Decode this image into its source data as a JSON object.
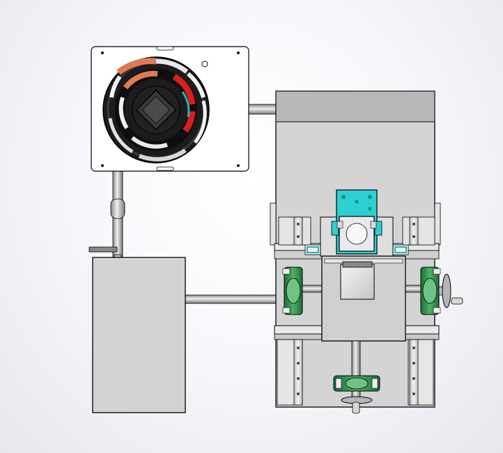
{
  "viewport": {
    "background": "#f4f5f9",
    "render_style": "shaded-with-edges"
  },
  "assembly": {
    "components": [
      {
        "name": "fan-unit",
        "icon": "fan-icon"
      },
      {
        "name": "fan-rotor",
        "colors": [
          "#e07a55",
          "#d81e1e",
          "#28b4b4"
        ]
      },
      {
        "name": "connecting-pipe-fan-to-box"
      },
      {
        "name": "connecting-pipe-fan-to-tank"
      },
      {
        "name": "control-box"
      },
      {
        "name": "connecting-pipe-tank-to-frame"
      },
      {
        "name": "machine-frame"
      },
      {
        "name": "motor-mount-plate",
        "color": "#2ecfd0"
      },
      {
        "name": "stepper-motor"
      },
      {
        "name": "linear-rail",
        "count": 4
      },
      {
        "name": "pillow-block-bearing",
        "count": 3,
        "color": "#2f8a48"
      },
      {
        "name": "hand-wheel",
        "count": 2
      },
      {
        "name": "lead-screw",
        "count": 2
      },
      {
        "name": "carriage-block"
      }
    ],
    "colors": {
      "steel": "#d2d2d2",
      "edge": "#000000",
      "teal": "#2ecfd0",
      "bearing_green": "#2f8a48",
      "fan_orange": "#e07a55",
      "fan_red": "#d81e1e"
    }
  }
}
